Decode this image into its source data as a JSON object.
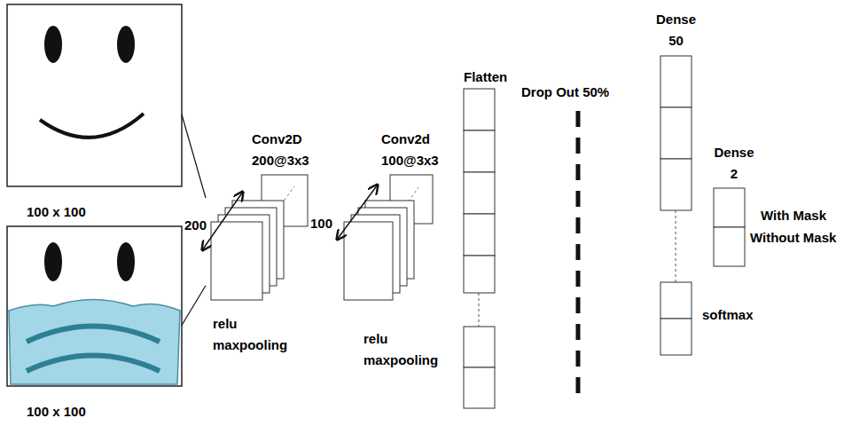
{
  "diagram": {
    "nodes": [
      {
        "text": [
          "100 x 100"
        ]
      },
      {
        "text": [
          "100 x 100"
        ]
      },
      {
        "text": [
          "Conv2D 200@3x3",
          "relu maxpooling"
        ]
      },
      {
        "text": [
          "Conv2d 100@3x3",
          "relu maxpooling"
        ]
      },
      {
        "text": [
          "Flatten"
        ]
      },
      {
        "text": [
          "Dense 50",
          "softmax"
        ]
      },
      {
        "text": [
          "Dense 2",
          "With Mask",
          "Without Mask"
        ]
      }
    ],
    "edges": [
      {
        "from": 0,
        "to": 2,
        "arrow": "none"
      },
      {
        "from": 1,
        "to": 2,
        "arrow": "none"
      }
    ],
    "labels": [
      "200",
      "100",
      "Drop Out 50%"
    ]
  }
}
